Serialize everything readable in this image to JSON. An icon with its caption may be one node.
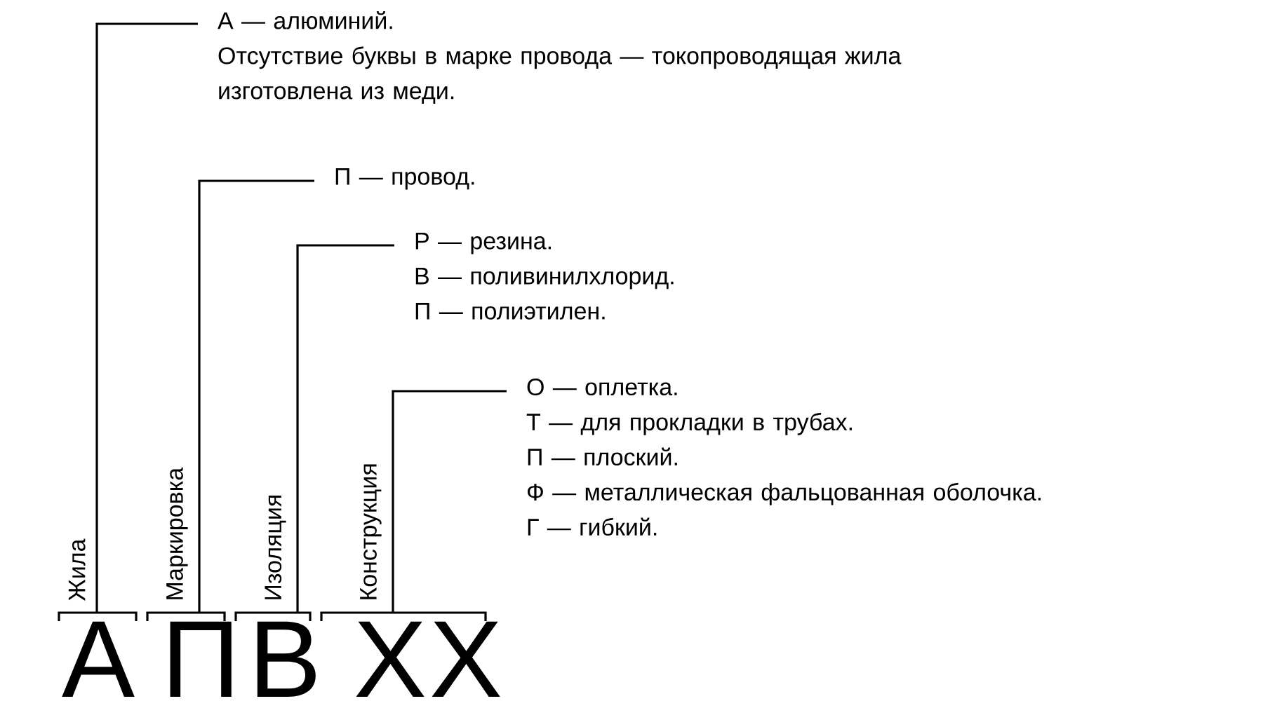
{
  "diagram": {
    "nodes": [
      {
        "text": [
          "А — алюминий.",
          "Отсутствие буквы в марке провода — токопроводящая жила изготовлена из меди."
        ]
      },
      {
        "text": [
          "П — провод."
        ]
      },
      {
        "text": [
          "Р — резина.",
          "В — поливинилхлорид.",
          "П — полиэтилен."
        ]
      },
      {
        "text": [
          "О — оплетка.",
          "Т — для прокладки в трубах.",
          "П — плоский.",
          "Ф — металлическая фальцованная оболочка.",
          "Г — гибкий."
        ]
      },
      {
        "text": [
          "А"
        ],
        "beside": [
          "Жила"
        ]
      },
      {
        "text": [
          "П"
        ],
        "beside": [
          "Маркировка"
        ]
      },
      {
        "text": [
          "В"
        ],
        "beside": [
          "Изоляция"
        ]
      },
      {
        "text": [
          "Х",
          "Х"
        ],
        "beside": [
          "Конструкция"
        ]
      }
    ],
    "edges": [
      {
        "from": 4,
        "to": 0,
        "arrow": "none"
      },
      {
        "from": 5,
        "to": 1,
        "arrow": "none"
      },
      {
        "from": 6,
        "to": 2,
        "arrow": "none"
      },
      {
        "from": 7,
        "to": 3,
        "arrow": "none"
      }
    ]
  }
}
